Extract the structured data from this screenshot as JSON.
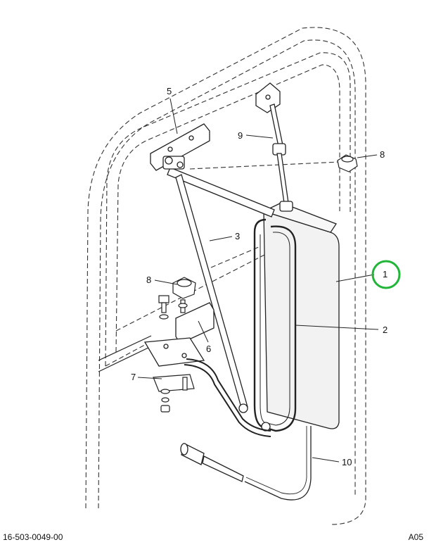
{
  "callouts": {
    "c1": "1",
    "c2": "2",
    "c3": "3",
    "c5": "5",
    "c6": "6",
    "c7": "7",
    "c8a": "8",
    "c8b": "8",
    "c9": "9",
    "c10": "10"
  },
  "footer": {
    "part_number": "16-503-0049-00",
    "sheet_code": "A05"
  },
  "colors": {
    "line": "#222222",
    "highlight": "#22b53a",
    "mirror_fill": "#f2f2f2"
  }
}
